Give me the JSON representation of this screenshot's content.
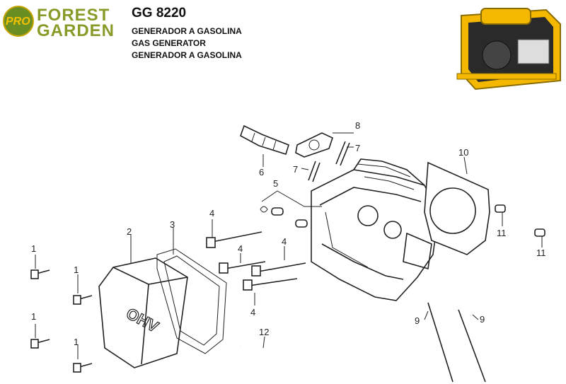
{
  "brand": {
    "line1": "FOREST",
    "line2": "GARDEN",
    "badge": "PRO"
  },
  "model": "GG 8220",
  "subtitles": [
    "GENERADOR A GASOLINA",
    "GAS GENERATOR",
    "GENERADOR A GASOLINA"
  ],
  "colors": {
    "brand_green": "#8a9a28",
    "badge_yellow": "#f2c200",
    "generator_yellow": "#f5b800"
  },
  "callouts": {
    "c1a": "1",
    "c1b": "1",
    "c1c": "1",
    "c1d": "1",
    "c2": "2",
    "c3": "3",
    "c4a": "4",
    "c4b": "4",
    "c4c": "4",
    "c4d": "4",
    "c5": "5",
    "c6": "6",
    "c7a": "7",
    "c7b": "7",
    "c8": "8",
    "c9a": "9",
    "c9b": "9",
    "c10": "10",
    "c11a": "11",
    "c11b": "11",
    "c12": "12"
  },
  "cover_marking": "OHV"
}
